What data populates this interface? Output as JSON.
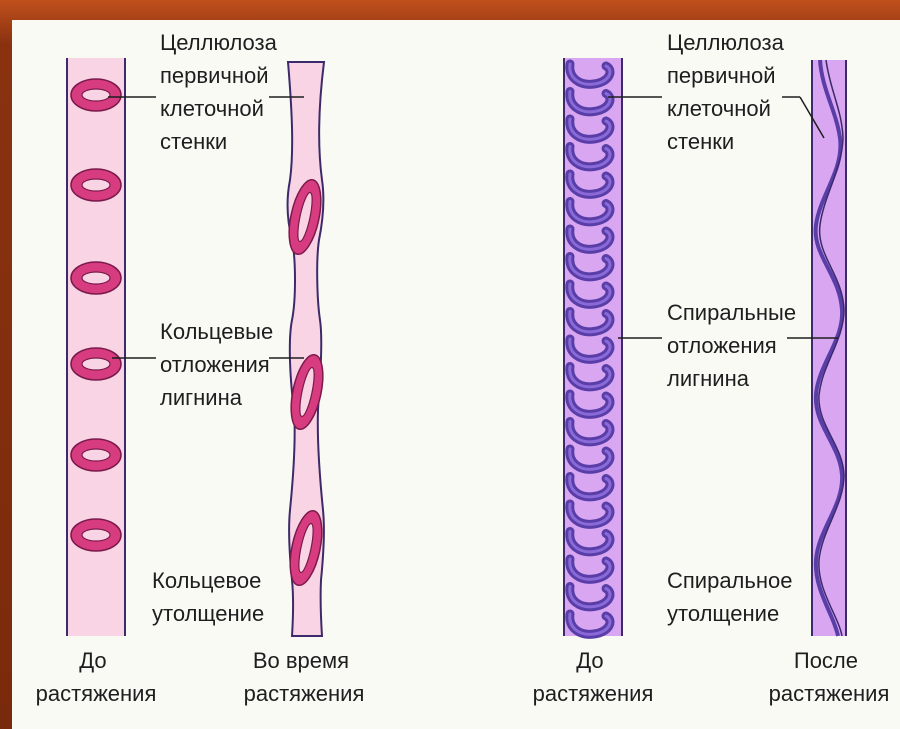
{
  "labels": {
    "cellulose_left": [
      "Целлюлоза",
      "первичной",
      "клеточной",
      "стенки"
    ],
    "annular_deposits": [
      "Кольцевые",
      "отложения",
      "лигнина"
    ],
    "annular_thickening": [
      "Кольцевое",
      "утолщение"
    ],
    "cellulose_right": [
      "Целлюлоза",
      "первичной",
      "клеточной",
      "стенки"
    ],
    "spiral_deposits": [
      "Спиральные",
      "отложения",
      "лигнина"
    ],
    "spiral_thickening": [
      "Спиральное",
      "утолщение"
    ]
  },
  "captions": {
    "annular_before": [
      "До",
      "растяжения"
    ],
    "annular_during": [
      "Во время",
      "растяжения"
    ],
    "spiral_before": [
      "До",
      "растяжения"
    ],
    "spiral_after": [
      "После",
      "растяжения"
    ]
  },
  "colors": {
    "frame": "#7a2a0c",
    "background": "#fafaf5",
    "annular_vessel_fill": "#f8d4e4",
    "annular_ring": "#d83c80",
    "spiral_vessel_fill": "#d9a6f2",
    "spiral_coil": "#5a3ea8",
    "vessel_wall": "#3c2a6a"
  }
}
